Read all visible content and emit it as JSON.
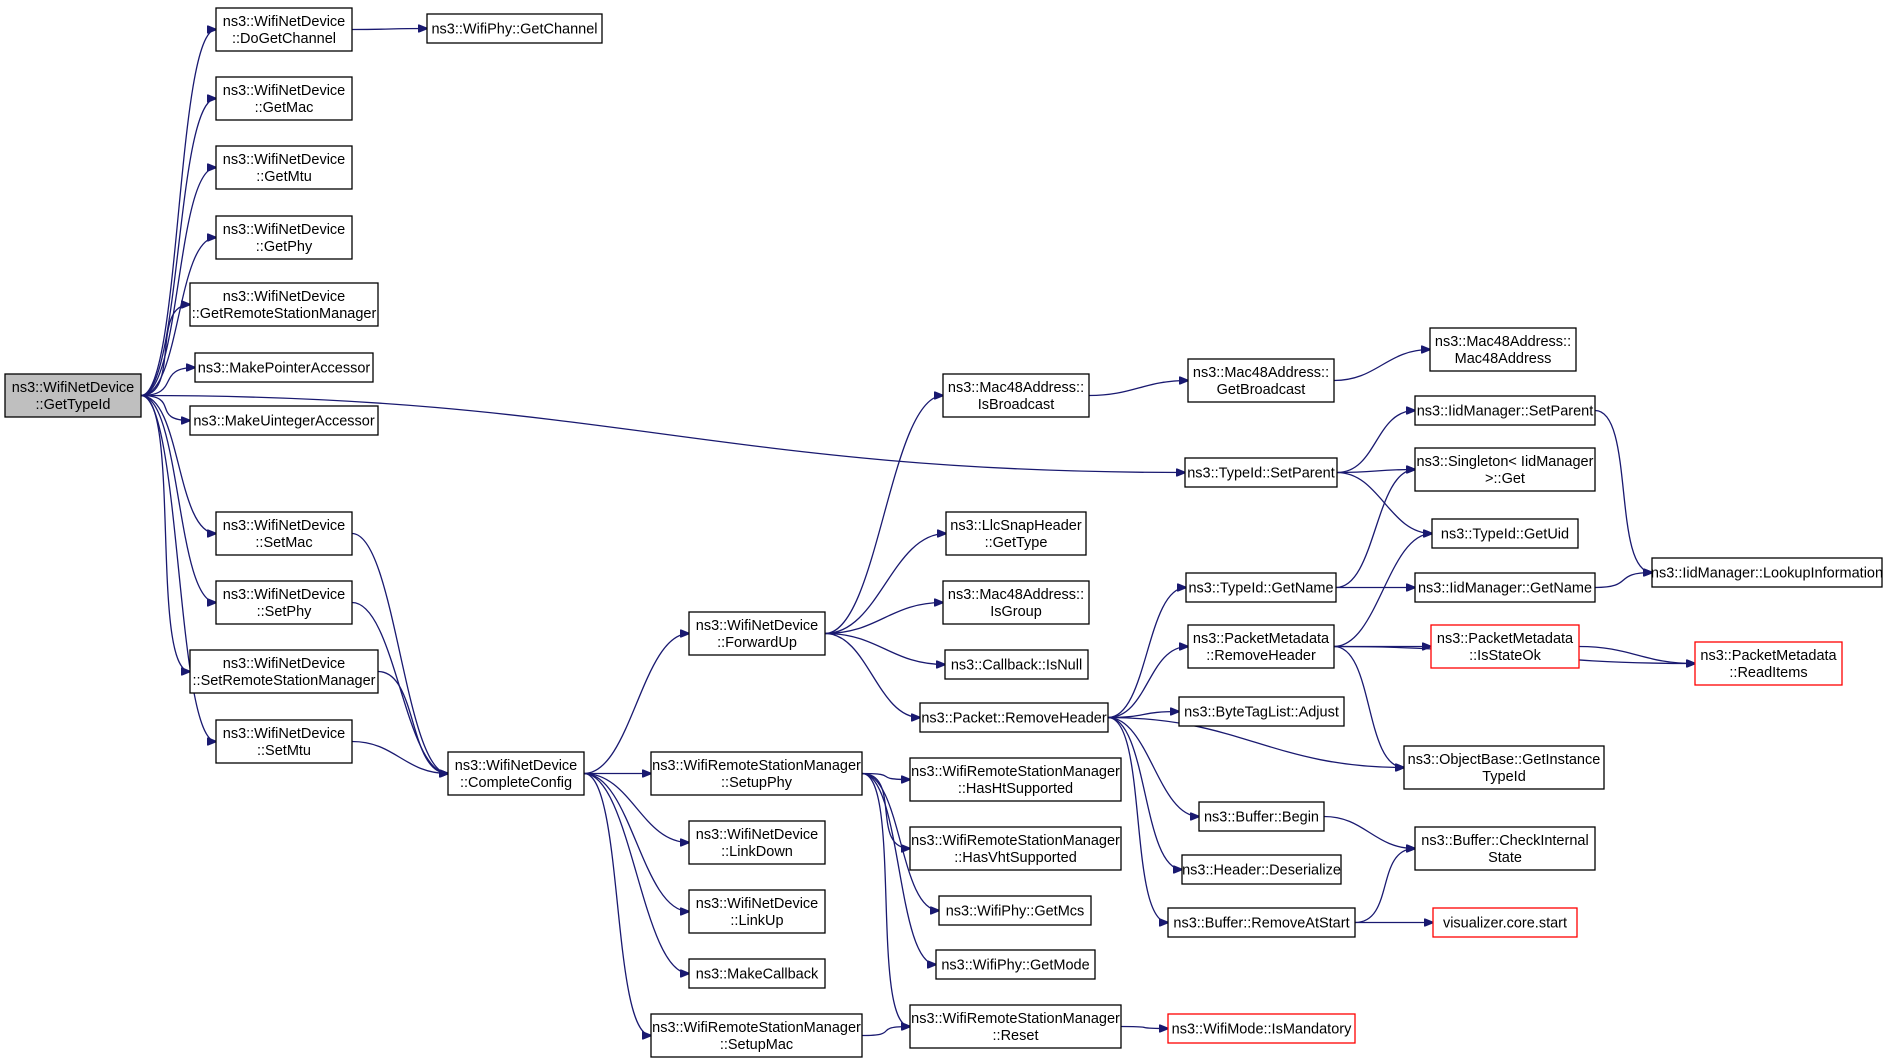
{
  "colors": {
    "edge": "#191970",
    "node_border": "#000000",
    "truncated_border": "#ff0000",
    "root_fill": "#bfbfbf",
    "node_fill": "#ffffff"
  },
  "nodes": [
    {
      "id": "getTypeId",
      "lines": [
        "ns3::WifiNetDevice",
        "::GetTypeId"
      ],
      "style": "root"
    },
    {
      "id": "doGetChannel",
      "lines": [
        "ns3::WifiNetDevice",
        "::DoGetChannel"
      ],
      "style": "normal"
    },
    {
      "id": "phyGetChannel",
      "lines": [
        "ns3::WifiPhy::GetChannel"
      ],
      "style": "normal"
    },
    {
      "id": "getMac",
      "lines": [
        "ns3::WifiNetDevice",
        "::GetMac"
      ],
      "style": "normal"
    },
    {
      "id": "getMtu",
      "lines": [
        "ns3::WifiNetDevice",
        "::GetMtu"
      ],
      "style": "normal"
    },
    {
      "id": "getPhy",
      "lines": [
        "ns3::WifiNetDevice",
        "::GetPhy"
      ],
      "style": "normal"
    },
    {
      "id": "getRsm",
      "lines": [
        "ns3::WifiNetDevice",
        "::GetRemoteStationManager"
      ],
      "style": "normal"
    },
    {
      "id": "makePtrAcc",
      "lines": [
        "ns3::MakePointerAccessor"
      ],
      "style": "normal"
    },
    {
      "id": "makeUintAcc",
      "lines": [
        "ns3::MakeUintegerAccessor"
      ],
      "style": "normal"
    },
    {
      "id": "setMac",
      "lines": [
        "ns3::WifiNetDevice",
        "::SetMac"
      ],
      "style": "normal"
    },
    {
      "id": "setPhy",
      "lines": [
        "ns3::WifiNetDevice",
        "::SetPhy"
      ],
      "style": "normal"
    },
    {
      "id": "setRsm",
      "lines": [
        "ns3::WifiNetDevice",
        "::SetRemoteStationManager"
      ],
      "style": "normal"
    },
    {
      "id": "setMtu",
      "lines": [
        "ns3::WifiNetDevice",
        "::SetMtu"
      ],
      "style": "normal"
    },
    {
      "id": "completeConfig",
      "lines": [
        "ns3::WifiNetDevice",
        "::CompleteConfig"
      ],
      "style": "normal"
    },
    {
      "id": "forwardUp",
      "lines": [
        "ns3::WifiNetDevice",
        "::ForwardUp"
      ],
      "style": "normal"
    },
    {
      "id": "rsmSetupPhy",
      "lines": [
        "ns3::WifiRemoteStationManager",
        "::SetupPhy"
      ],
      "style": "normal"
    },
    {
      "id": "linkDown",
      "lines": [
        "ns3::WifiNetDevice",
        "::LinkDown"
      ],
      "style": "normal"
    },
    {
      "id": "linkUp",
      "lines": [
        "ns3::WifiNetDevice",
        "::LinkUp"
      ],
      "style": "normal"
    },
    {
      "id": "makeCallback",
      "lines": [
        "ns3::MakeCallback"
      ],
      "style": "normal"
    },
    {
      "id": "rsmSetupMac",
      "lines": [
        "ns3::WifiRemoteStationManager",
        "::SetupMac"
      ],
      "style": "normal"
    },
    {
      "id": "isBroadcast",
      "lines": [
        "ns3::Mac48Address::",
        "IsBroadcast"
      ],
      "style": "normal"
    },
    {
      "id": "llcGetType",
      "lines": [
        "ns3::LlcSnapHeader",
        "::GetType"
      ],
      "style": "normal"
    },
    {
      "id": "isGroup",
      "lines": [
        "ns3::Mac48Address::",
        "IsGroup"
      ],
      "style": "normal"
    },
    {
      "id": "cbIsNull",
      "lines": [
        "ns3::Callback::IsNull"
      ],
      "style": "normal"
    },
    {
      "id": "pktRemoveHeader",
      "lines": [
        "ns3::Packet::RemoveHeader"
      ],
      "style": "normal"
    },
    {
      "id": "hasHt",
      "lines": [
        "ns3::WifiRemoteStationManager",
        "::HasHtSupported"
      ],
      "style": "normal"
    },
    {
      "id": "hasVht",
      "lines": [
        "ns3::WifiRemoteStationManager",
        "::HasVhtSupported"
      ],
      "style": "normal"
    },
    {
      "id": "getMcs",
      "lines": [
        "ns3::WifiPhy::GetMcs"
      ],
      "style": "normal"
    },
    {
      "id": "getMode",
      "lines": [
        "ns3::WifiPhy::GetMode"
      ],
      "style": "normal"
    },
    {
      "id": "rsmReset",
      "lines": [
        "ns3::WifiRemoteStationManager",
        "::Reset"
      ],
      "style": "normal"
    },
    {
      "id": "getBroadcast",
      "lines": [
        "ns3::Mac48Address::",
        "GetBroadcast"
      ],
      "style": "normal"
    },
    {
      "id": "mac48Ctor",
      "lines": [
        "ns3::Mac48Address::",
        "Mac48Address"
      ],
      "style": "normal"
    },
    {
      "id": "tidSetParent",
      "lines": [
        "ns3::TypeId::SetParent"
      ],
      "style": "normal"
    },
    {
      "id": "tidGetName",
      "lines": [
        "ns3::TypeId::GetName"
      ],
      "style": "normal"
    },
    {
      "id": "pmRemoveHeader",
      "lines": [
        "ns3::PacketMetadata",
        "::RemoveHeader"
      ],
      "style": "normal"
    },
    {
      "id": "btlAdjust",
      "lines": [
        "ns3::ByteTagList::Adjust"
      ],
      "style": "normal"
    },
    {
      "id": "bufBegin",
      "lines": [
        "ns3::Buffer::Begin"
      ],
      "style": "normal"
    },
    {
      "id": "hdrDeserialize",
      "lines": [
        "ns3::Header::Deserialize"
      ],
      "style": "normal"
    },
    {
      "id": "bufRemoveAtStart",
      "lines": [
        "ns3::Buffer::RemoveAtStart"
      ],
      "style": "normal"
    },
    {
      "id": "isMandatory",
      "lines": [
        "ns3::WifiMode::IsMandatory"
      ],
      "style": "truncated"
    },
    {
      "id": "iidSetParent",
      "lines": [
        "ns3::IidManager::SetParent"
      ],
      "style": "normal"
    },
    {
      "id": "singletonGet",
      "lines": [
        "ns3::Singleton< IidManager",
        ">::Get"
      ],
      "style": "normal"
    },
    {
      "id": "tidGetUid",
      "lines": [
        "ns3::TypeId::GetUid"
      ],
      "style": "normal"
    },
    {
      "id": "iidGetName",
      "lines": [
        "ns3::IidManager::GetName"
      ],
      "style": "normal"
    },
    {
      "id": "pmIsStateOk",
      "lines": [
        "ns3::PacketMetadata",
        "::IsStateOk"
      ],
      "style": "truncated"
    },
    {
      "id": "obGetInstanceTypeId",
      "lines": [
        "ns3::ObjectBase::GetInstance",
        "TypeId"
      ],
      "style": "normal"
    },
    {
      "id": "bufCheckInternal",
      "lines": [
        "ns3::Buffer::CheckInternal",
        "State"
      ],
      "style": "normal"
    },
    {
      "id": "vizStart",
      "lines": [
        "visualizer.core.start"
      ],
      "style": "truncated"
    },
    {
      "id": "iidLookup",
      "lines": [
        "ns3::IidManager::LookupInformation"
      ],
      "style": "normal"
    },
    {
      "id": "pmReadItems",
      "lines": [
        "ns3::PacketMetadata",
        "::ReadItems"
      ],
      "style": "truncated"
    }
  ],
  "edges": [
    [
      "getTypeId",
      "doGetChannel"
    ],
    [
      "getTypeId",
      "getMac"
    ],
    [
      "getTypeId",
      "getMtu"
    ],
    [
      "getTypeId",
      "getPhy"
    ],
    [
      "getTypeId",
      "getRsm"
    ],
    [
      "getTypeId",
      "makePtrAcc"
    ],
    [
      "getTypeId",
      "makeUintAcc"
    ],
    [
      "getTypeId",
      "tidSetParent"
    ],
    [
      "getTypeId",
      "setMac"
    ],
    [
      "getTypeId",
      "setPhy"
    ],
    [
      "getTypeId",
      "setRsm"
    ],
    [
      "getTypeId",
      "setMtu"
    ],
    [
      "doGetChannel",
      "phyGetChannel"
    ],
    [
      "setMac",
      "completeConfig"
    ],
    [
      "setPhy",
      "completeConfig"
    ],
    [
      "setRsm",
      "completeConfig"
    ],
    [
      "setMtu",
      "completeConfig"
    ],
    [
      "completeConfig",
      "forwardUp"
    ],
    [
      "completeConfig",
      "rsmSetupPhy"
    ],
    [
      "completeConfig",
      "linkDown"
    ],
    [
      "completeConfig",
      "linkUp"
    ],
    [
      "completeConfig",
      "makeCallback"
    ],
    [
      "completeConfig",
      "rsmSetupMac"
    ],
    [
      "forwardUp",
      "isBroadcast"
    ],
    [
      "forwardUp",
      "llcGetType"
    ],
    [
      "forwardUp",
      "isGroup"
    ],
    [
      "forwardUp",
      "cbIsNull"
    ],
    [
      "forwardUp",
      "pktRemoveHeader"
    ],
    [
      "rsmSetupPhy",
      "hasHt"
    ],
    [
      "rsmSetupPhy",
      "hasVht"
    ],
    [
      "rsmSetupPhy",
      "getMcs"
    ],
    [
      "rsmSetupPhy",
      "getMode"
    ],
    [
      "rsmSetupPhy",
      "rsmReset"
    ],
    [
      "rsmSetupMac",
      "rsmReset"
    ],
    [
      "isBroadcast",
      "getBroadcast"
    ],
    [
      "getBroadcast",
      "mac48Ctor"
    ],
    [
      "pktRemoveHeader",
      "tidGetName"
    ],
    [
      "pktRemoveHeader",
      "pmRemoveHeader"
    ],
    [
      "pktRemoveHeader",
      "btlAdjust"
    ],
    [
      "pktRemoveHeader",
      "obGetInstanceTypeId"
    ],
    [
      "pktRemoveHeader",
      "bufBegin"
    ],
    [
      "pktRemoveHeader",
      "hdrDeserialize"
    ],
    [
      "pktRemoveHeader",
      "bufRemoveAtStart"
    ],
    [
      "rsmReset",
      "isMandatory"
    ],
    [
      "tidSetParent",
      "iidSetParent"
    ],
    [
      "tidSetParent",
      "singletonGet"
    ],
    [
      "tidSetParent",
      "tidGetUid"
    ],
    [
      "tidGetName",
      "singletonGet"
    ],
    [
      "tidGetName",
      "iidGetName"
    ],
    [
      "pmRemoveHeader",
      "tidGetUid"
    ],
    [
      "pmRemoveHeader",
      "pmIsStateOk"
    ],
    [
      "pmRemoveHeader",
      "pmReadItems"
    ],
    [
      "pmRemoveHeader",
      "obGetInstanceTypeId"
    ],
    [
      "bufBegin",
      "bufCheckInternal"
    ],
    [
      "bufRemoveAtStart",
      "bufCheckInternal"
    ],
    [
      "bufRemoveAtStart",
      "vizStart"
    ],
    [
      "iidSetParent",
      "iidLookup"
    ],
    [
      "iidGetName",
      "iidLookup"
    ],
    [
      "pmIsStateOk",
      "pmReadItems"
    ]
  ]
}
